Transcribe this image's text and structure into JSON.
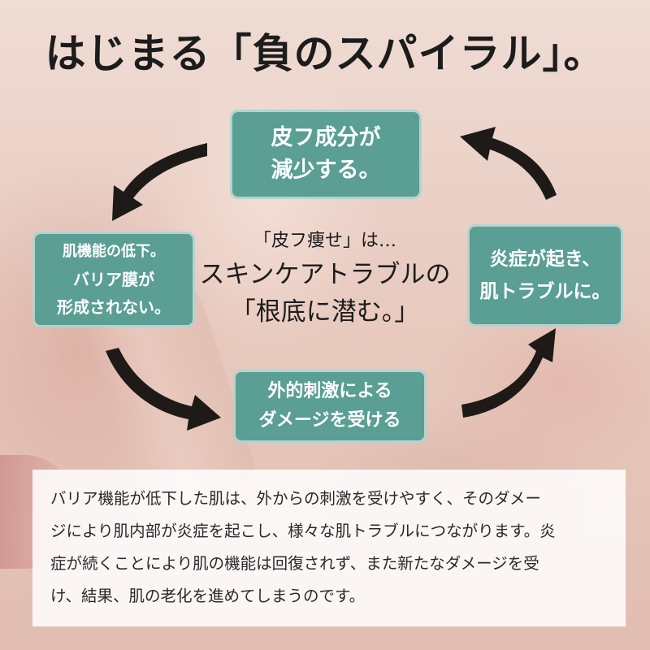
{
  "title": "はじまる「負のスパイラル」。",
  "cycle": {
    "top": [
      "皮フ成分が",
      "減少する。"
    ],
    "right": [
      "炎症が起き、",
      "肌トラブルに。"
    ],
    "bottom": [
      "外的刺激による",
      "ダメージを受ける"
    ],
    "left": [
      "肌機能の低下。",
      "バリア膜が",
      "形成されない。"
    ]
  },
  "center": {
    "line1": "「皮フ痩せ」は…",
    "line2": "スキンケアトラブルの",
    "line3": "「根底に潜む。」"
  },
  "description": [
    "バリア機能が低下した肌は、外からの刺激を受けやすく、そのダメー",
    "ジにより肌内部が炎症を起こし、様々な肌トラブルにつながります。炎",
    "症が続くことにより肌の機能は回復されず、また新たなダメージを受",
    "け、結果、肌の老化を進めてしまうのです。"
  ],
  "colors": {
    "box": "#5a9e94",
    "arrow": "#1e1a18",
    "text": "#1c1c1c"
  }
}
